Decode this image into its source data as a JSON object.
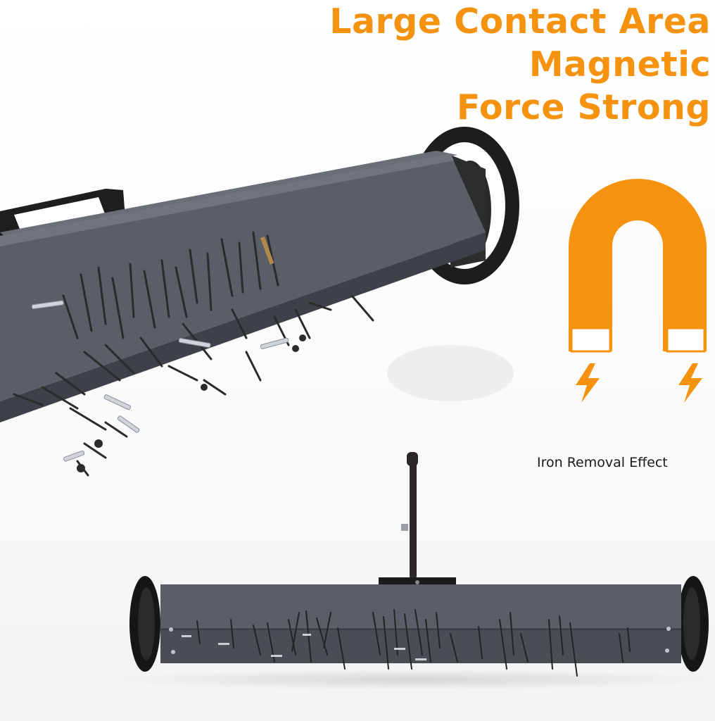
{
  "headline": {
    "lines": [
      "Large Contact Area",
      "Magnetic",
      "Force Strong"
    ],
    "color": "#f5920f"
  },
  "magnet": {
    "icon": "horseshoe-magnet-icon",
    "pole_icons": [
      "lightning-bolt-icon",
      "lightning-bolt-icon"
    ],
    "color": "#f5920f"
  },
  "caption": {
    "text": "Iron Removal Effect"
  },
  "products": [
    {
      "name": "magnetic-sweeper-closeup",
      "body_color": "#5a5e66",
      "wheel_color": "#1c1c1c"
    },
    {
      "name": "magnetic-sweeper-front-view",
      "body_color": "#52565d",
      "wheel_color": "#1c1c1c"
    }
  ]
}
